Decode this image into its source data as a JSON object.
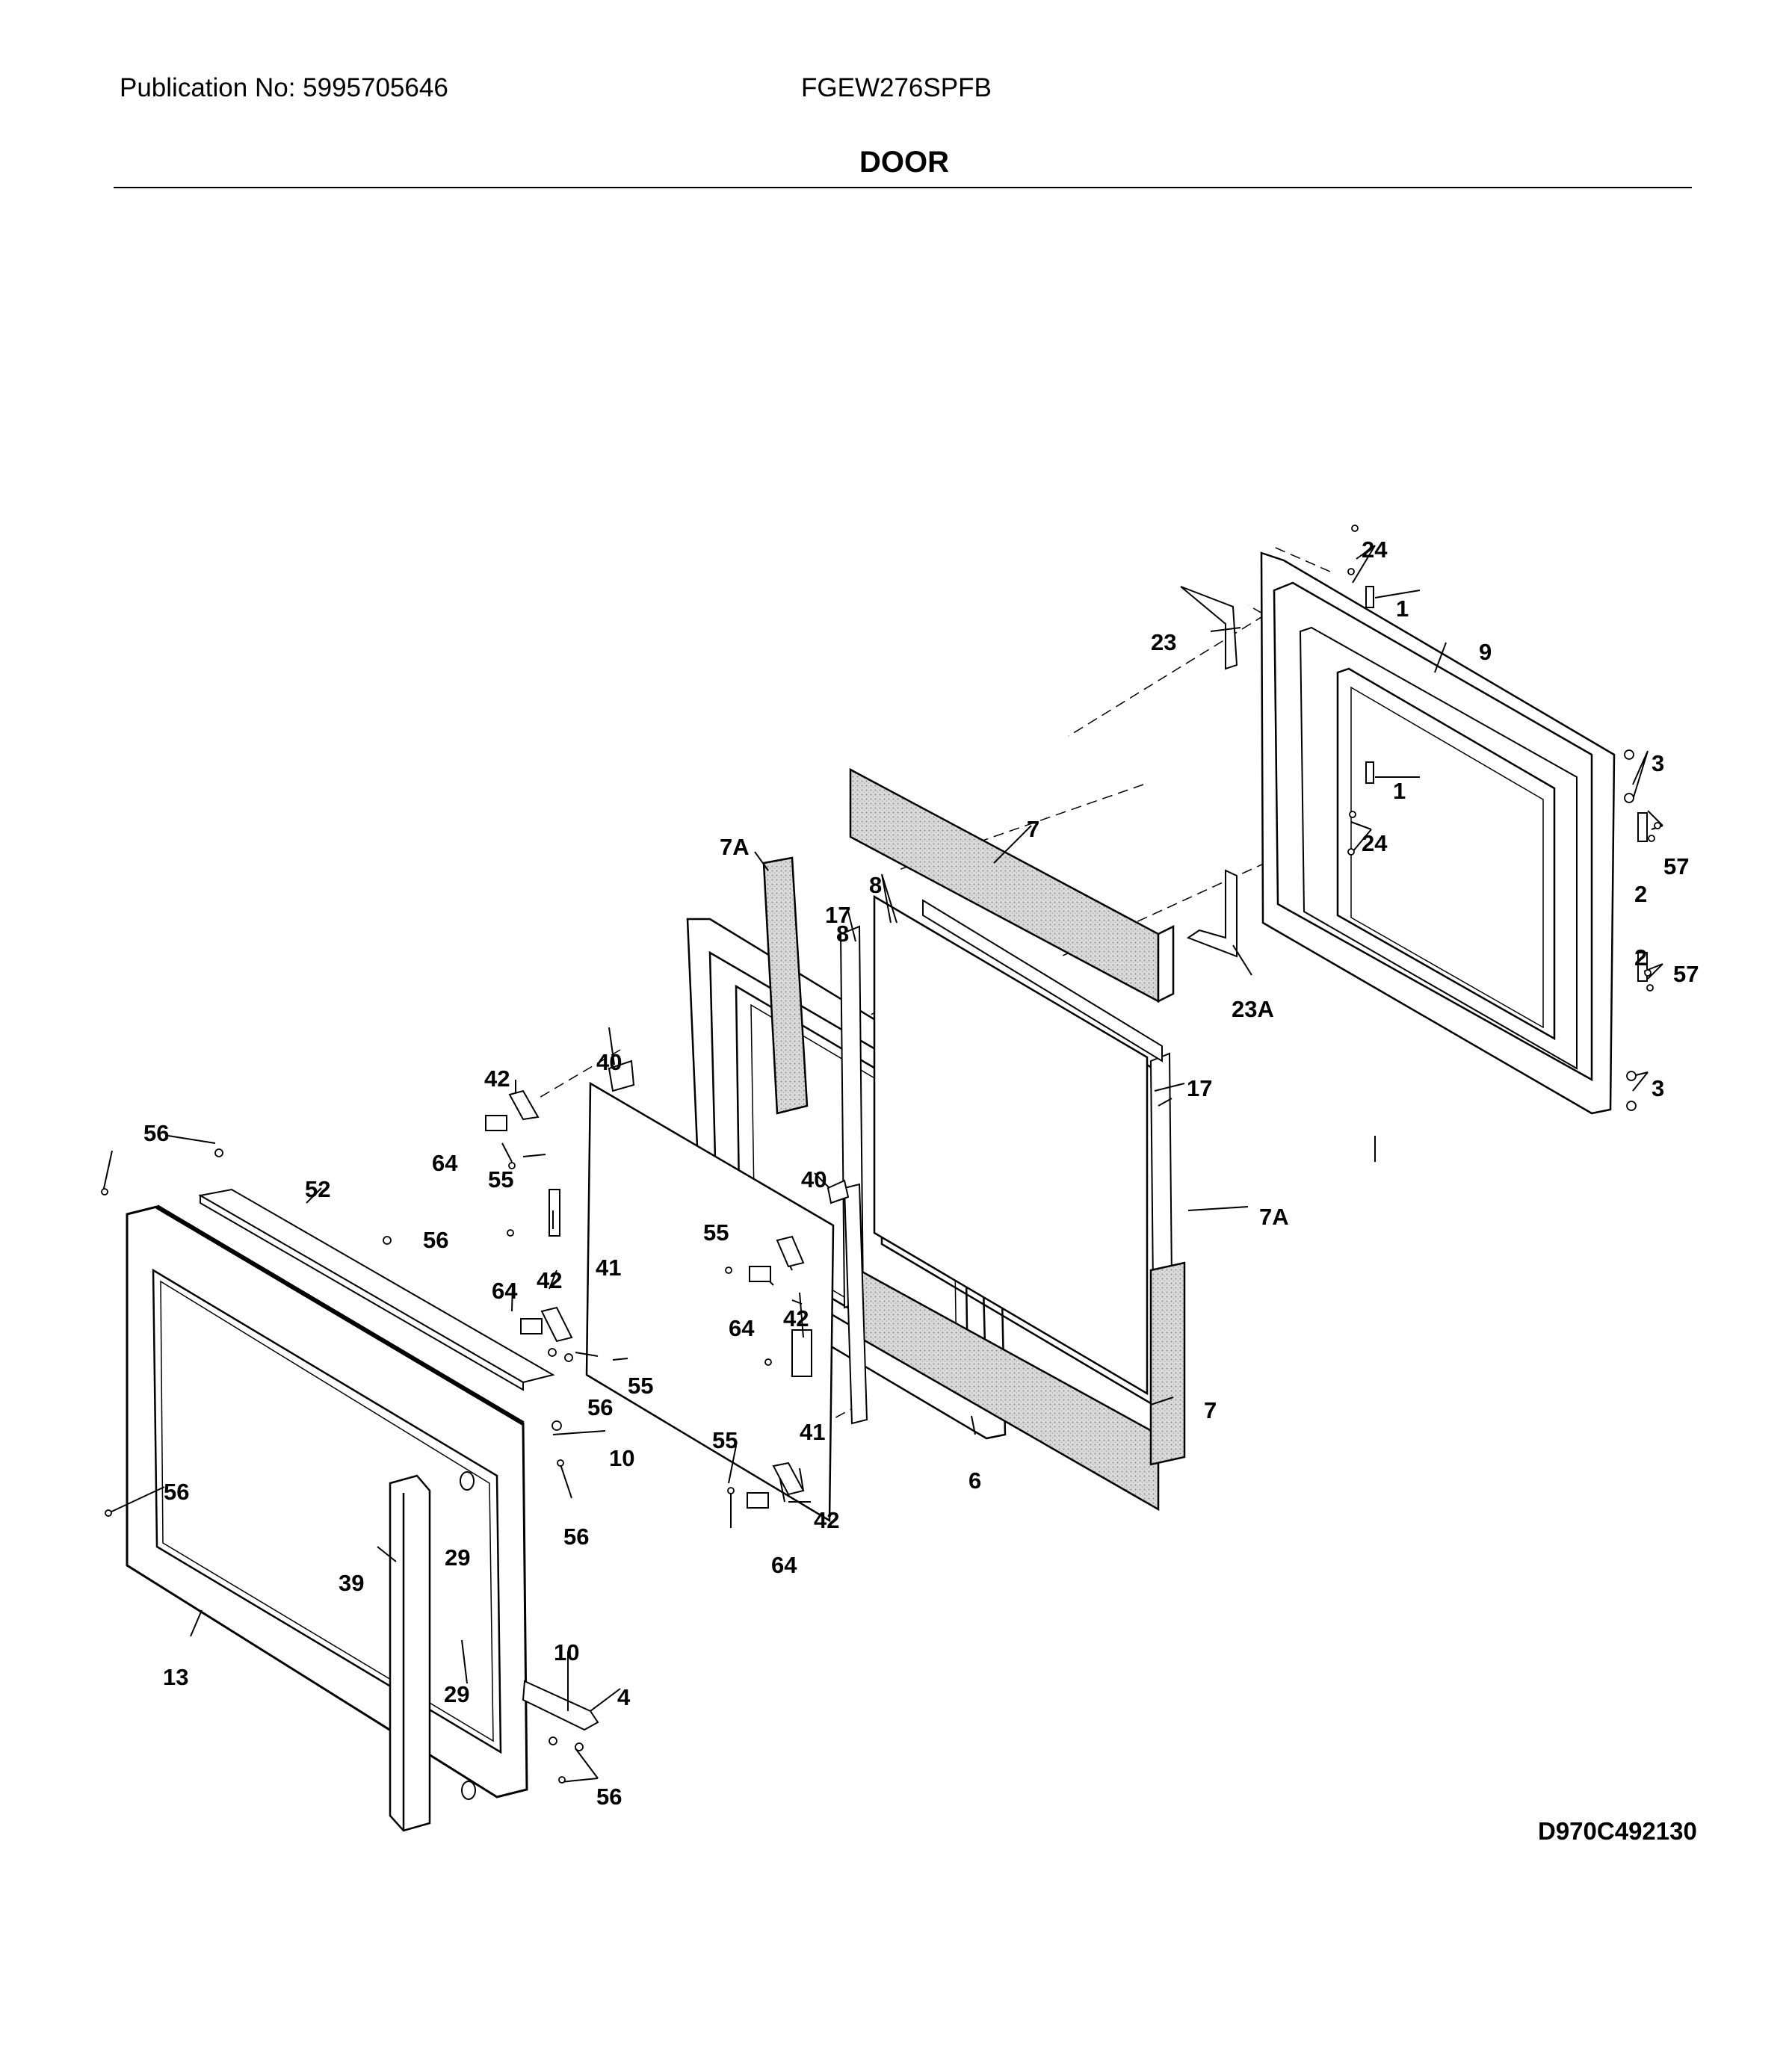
{
  "header": {
    "publication": "Publication No: 5995705646",
    "model": "FGEW276SPFB",
    "title": "DOOR"
  },
  "footer": {
    "diagram_code": "D970C492130"
  },
  "callouts": [
    "1",
    "1",
    "2",
    "2",
    "3",
    "3",
    "4",
    "6",
    "7",
    "7",
    "7A",
    "7A",
    "8",
    "8",
    "9",
    "10",
    "10",
    "13",
    "17",
    "17",
    "23",
    "23A",
    "24",
    "24",
    "29",
    "29",
    "39",
    "40",
    "40",
    "41",
    "41",
    "42",
    "42",
    "42",
    "42",
    "52",
    "55",
    "55",
    "55",
    "55",
    "56",
    "56",
    "56",
    "56",
    "56",
    "56",
    "57",
    "57",
    "64",
    "64",
    "64",
    "64"
  ]
}
